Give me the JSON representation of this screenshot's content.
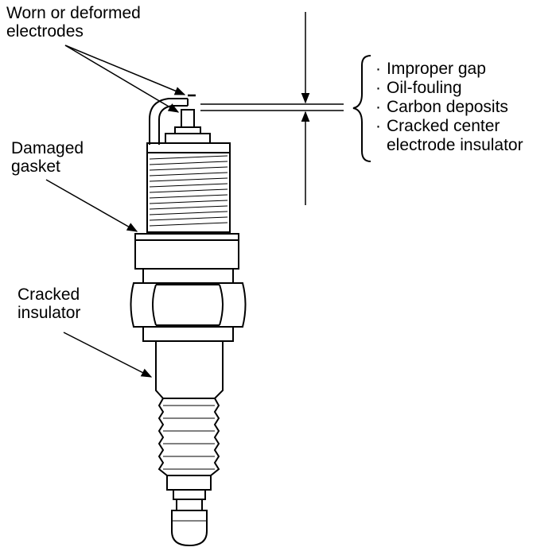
{
  "labels": {
    "worn_line1": "Worn or deformed",
    "worn_line2": "electrodes",
    "gasket_line1": "Damaged",
    "gasket_line2": "gasket",
    "insulator_line1": "Cracked",
    "insulator_line2": "insulator"
  },
  "gap_issues": {
    "bullet": "·",
    "items": [
      "Improper gap",
      "Oil-fouling",
      "Carbon deposits",
      "Cracked center"
    ],
    "continuation": "electrode insulator"
  }
}
